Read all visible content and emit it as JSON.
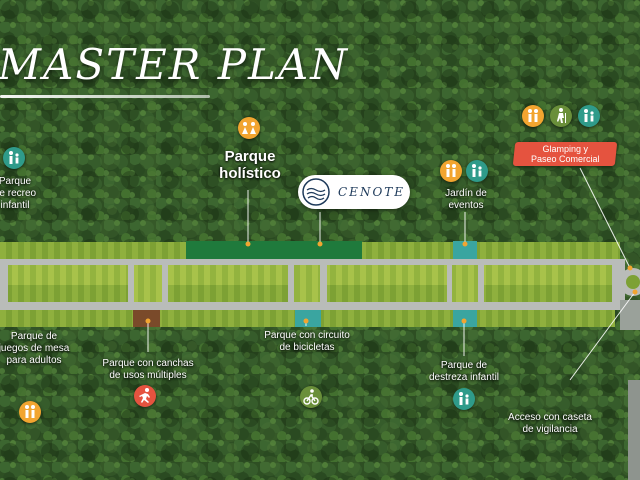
{
  "title": "MASTER PLAN",
  "colors": {
    "forest": "#2e4f23",
    "orange_icon": "#f2a530",
    "teal_icon": "#2f9b8a",
    "green_icon": "#6a8f3a",
    "red_icon": "#e5533f",
    "park_green": "#1f7a3c",
    "teal_lot": "#3aa5a0",
    "brown_lot": "#7a4a2a"
  },
  "cenote": {
    "label": "CENOTE",
    "icon": "cenote-logo-icon"
  },
  "labels": {
    "parque_holistico": [
      "Parque",
      "holístico"
    ],
    "parque_recreo": [
      "Parque",
      "de recreo",
      "infantil"
    ],
    "jardin_eventos": [
      "Jardín de",
      "eventos"
    ],
    "glamping": [
      "Glamping y",
      "Paseo Comercial"
    ],
    "parque_mesa": [
      "Parque de",
      "juegos de mesa",
      "para adultos"
    ],
    "parque_canchas": [
      "Parque con canchas",
      "de usos múltiples"
    ],
    "parque_bicicletas": [
      "Parque con circuito",
      "de bicicletas"
    ],
    "parque_destreza": [
      "Parque de",
      "destreza infantil"
    ],
    "acceso": [
      "Acceso con caseta",
      "de vigilancia"
    ]
  },
  "icons": {
    "holistico": "yoga-group-icon",
    "recreo": "family-icon",
    "jardin_1": "people-icon",
    "jardin_2": "family-icon",
    "glamping_1": "people-icon",
    "glamping_2": "hiking-icon",
    "glamping_3": "family-icon",
    "mesa": "people-icon",
    "canchas": "runner-icon",
    "bicicletas": "cyclist-icon",
    "destreza": "family-icon"
  }
}
